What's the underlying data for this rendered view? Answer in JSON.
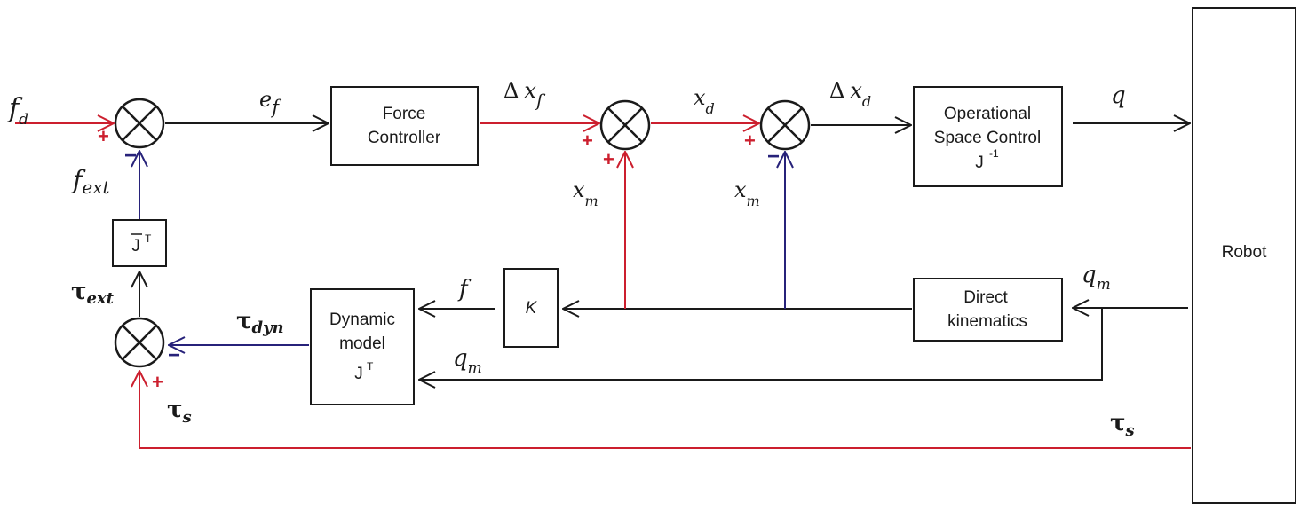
{
  "blocks": {
    "force_controller": [
      "Force",
      "Controller"
    ],
    "op_space": [
      "Operational",
      "Space Control",
      "J",
      "-1"
    ],
    "robot": "Robot",
    "direct_kin": [
      "Direct",
      "kinematics"
    ],
    "gain_k": "K",
    "dynamic_model": [
      "Dynamic",
      "model",
      "J",
      "T"
    ],
    "jbar_t": [
      "J",
      "T"
    ]
  },
  "labels": {
    "f_d": [
      "f",
      "d"
    ],
    "e_f": [
      "e",
      "f"
    ],
    "delta_xf": [
      "Δ",
      "x",
      "f"
    ],
    "x_d": [
      "x",
      "d"
    ],
    "delta_xd": [
      "Δ",
      "x",
      "d"
    ],
    "q": "q",
    "x_m_1": [
      "x",
      "m"
    ],
    "x_m_2": [
      "x",
      "m"
    ],
    "f_ext": [
      "f",
      "ext"
    ],
    "tau_ext": [
      "τ",
      "ext"
    ],
    "tau_dyn": [
      "τ",
      "dyn"
    ],
    "f": "f",
    "q_m_1": [
      "q",
      "m"
    ],
    "q_m_2": [
      "q",
      "m"
    ],
    "tau_s_1": [
      "τ",
      "s"
    ],
    "tau_s_2": [
      "τ",
      "s"
    ]
  },
  "signs": {
    "plus": "+",
    "minus": "−"
  },
  "colors": {
    "black": "#1a1a1a",
    "red": "#cc1f2e",
    "blue": "#27227a"
  }
}
